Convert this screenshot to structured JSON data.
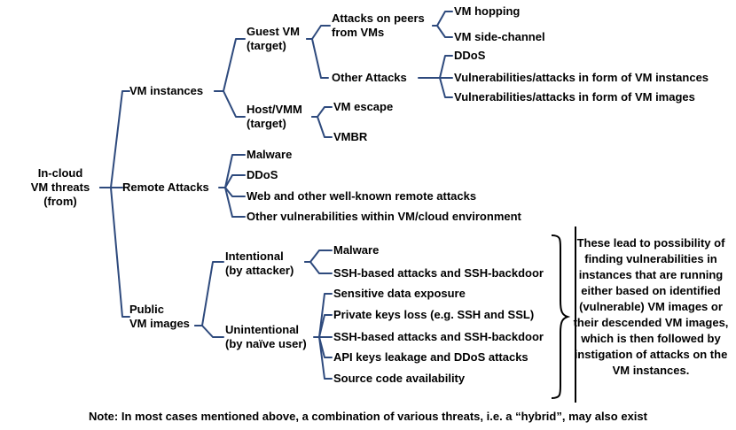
{
  "root": {
    "label_lines": [
      "In-cloud",
      "VM  threats",
      "(from)"
    ]
  },
  "branches": {
    "vm_instances": {
      "label": "VM instances",
      "guest_vm": {
        "label_lines": [
          "Guest VM",
          "(target)"
        ],
        "attacks_on_peers": {
          "label_lines": [
            "Attacks on peers",
            "from VMs"
          ],
          "items": [
            "VM hopping",
            "VM side-channel"
          ]
        },
        "other_attacks": {
          "label": "Other Attacks",
          "items": [
            "DDoS",
            "Vulnerabilities/attacks in form of VM instances",
            "Vulnerabilities/attacks in form of VM images"
          ]
        }
      },
      "host_vmm": {
        "label_lines": [
          "Host/VMM",
          "(target)"
        ],
        "items": [
          "VM escape",
          "VMBR"
        ]
      }
    },
    "remote_attacks": {
      "label": "Remote Attacks",
      "items": [
        "Malware",
        "DDoS",
        "Web and other well-known remote attacks",
        "Other vulnerabilities within VM/cloud environment"
      ]
    },
    "public_vm_images": {
      "label_lines": [
        "Public",
        "VM images"
      ],
      "intentional": {
        "label_lines": [
          "Intentional",
          "(by attacker)"
        ],
        "items": [
          "Malware",
          "SSH-based attacks and SSH-backdoor"
        ]
      },
      "unintentional": {
        "label_lines": [
          "Unintentional",
          "(by naïve user)"
        ],
        "items": [
          "Sensitive data exposure",
          "Private keys loss (e.g. SSH and SSL)",
          "SSH-based attacks and SSH-backdoor",
          "API keys leakage and DDoS attacks",
          "Source code availability"
        ]
      }
    }
  },
  "conclusion": "These lead to possibility of finding vulnerabilities in instances that are running either based on identified (vulnerable) VM images or their descended VM images, which is then followed by instigation of attacks on the VM instances.",
  "note": "Note: In most cases mentioned above, a combination of various threats, i.e. a “hybrid”, may also exist",
  "colors": {
    "line": "#2e4a7d",
    "text": "#000000",
    "brace": "#000000"
  }
}
